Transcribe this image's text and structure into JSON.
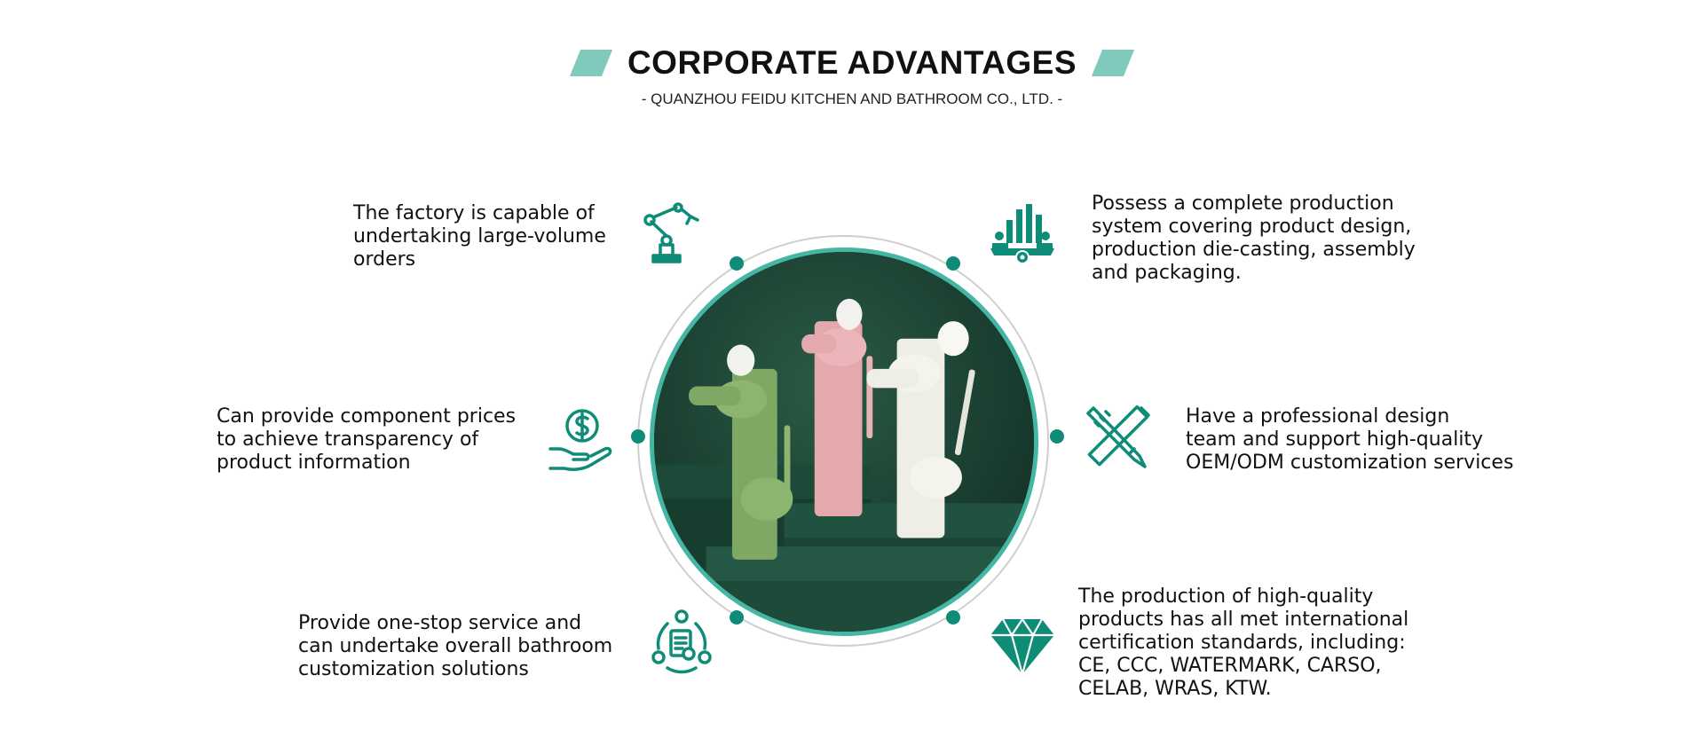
{
  "header": {
    "title": "CORPORATE ADVANTAGES",
    "subtitle": "- QUANZHOU FEIDU KITCHEN AND BATHROOM CO., LTD. -"
  },
  "advantages": [
    {
      "text": "The factory is capable of\nundertaking large-volume\norders",
      "icon": "robot-arm-icon"
    },
    {
      "text": "Possess a complete production\nsystem covering product design,\nproduction die-casting, assembly\nand packaging.",
      "icon": "production-chart-icon"
    },
    {
      "text": "Can provide component prices\nto achieve transparency of\nproduct information",
      "icon": "money-hand-icon"
    },
    {
      "text": "Have a professional design\nteam and support high-quality\nOEM/ODM customization services",
      "icon": "pencil-ruler-icon"
    },
    {
      "text": "Provide one-stop service and\ncan undertake overall bathroom\ncustomization solutions",
      "icon": "team-document-icon"
    },
    {
      "text": "The production of high-quality\nproducts has all met international\ncertification standards, including:\nCE, CCC, WATERMARK, CARSO,\nCELAB, WRAS, KTW.",
      "icon": "diamond-icon"
    }
  ],
  "colors": {
    "accent": "#0f8c78",
    "accent_light": "#7fc9bd",
    "photo_bg": "#1a3d30",
    "faucet_green": "#7fa864",
    "faucet_pink": "#e3a9ad",
    "faucet_white": "#efeee6"
  },
  "center_image": "three colored faucets on dark green steps"
}
